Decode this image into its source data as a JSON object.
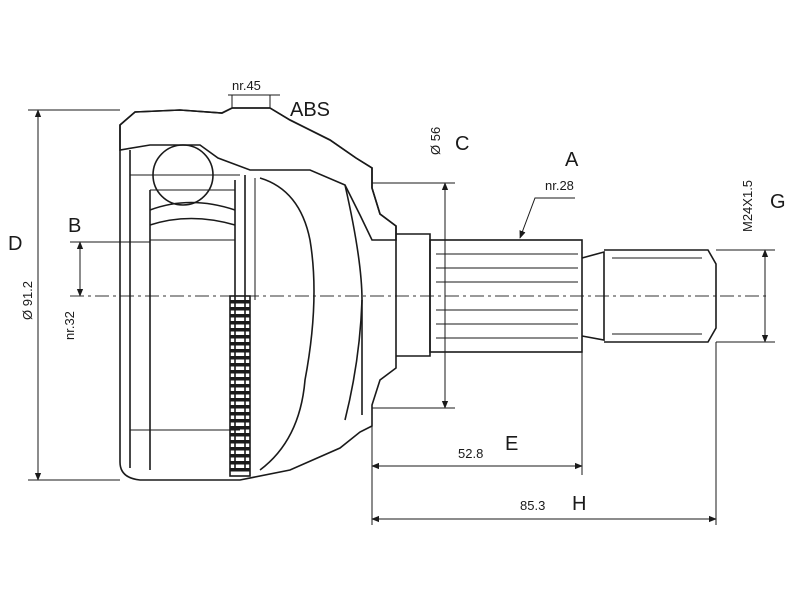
{
  "labels": {
    "nr45": "nr.45",
    "abs": "ABS",
    "c_dim": "Ø 56",
    "c_letter": "C",
    "a_letter": "A",
    "nr28": "nr.28",
    "g_dim": "M24X1.5",
    "g_letter": "G",
    "b_letter": "B",
    "nr32": "nr.32",
    "d_letter": "D",
    "d_dim": "Ø 91.2",
    "e_dim": "52.8",
    "e_letter": "E",
    "h_dim": "85.3",
    "h_letter": "H"
  },
  "colors": {
    "line": "#1a1a1a",
    "background": "#ffffff"
  }
}
